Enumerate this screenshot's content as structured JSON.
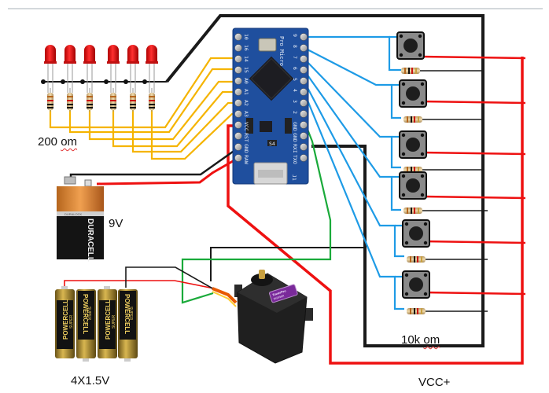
{
  "diagram": {
    "title": "Pro Micro servo / LED / button wiring diagram",
    "colors": {
      "led_wire": "#f5b400",
      "button_wire": "#1e9be6",
      "power_wire": "#ee1111",
      "ground_wire": "#1a1a1a",
      "signal_wire": "#1aaa3a",
      "board": "#1f4f9e",
      "top_rule": "#a9b2b8"
    },
    "board": {
      "name": "Pro Micro",
      "left_pins": [
        "10",
        "16",
        "14",
        "15",
        "A0",
        "A1",
        "A2",
        "A3",
        "VCC",
        "RST",
        "GND",
        "RAW"
      ],
      "right_pins": [
        "9",
        "8",
        "7",
        "6",
        "5",
        "4",
        "3",
        "2",
        "GND",
        "GND",
        "RXI",
        "TXO"
      ],
      "jumper_label": "J1",
      "chip_label": "S4"
    },
    "leds": {
      "count": 6,
      "resistor_label": "200 om",
      "wire_color_name": "yellow"
    },
    "buttons": {
      "count": 6,
      "resistor_label": "10k om"
    },
    "batteries": {
      "nine_volt": {
        "brand": "DURACELL",
        "label": "9V",
        "cap_text": "DURALOCK"
      },
      "aa_pack": {
        "brand": "POWERCELL",
        "sub_brand": "SUPER",
        "label": "4X1.5V",
        "count": 4
      }
    },
    "servo": {
      "label_text": "TowerPro"
    },
    "labels": {
      "led_resistor": "200 om",
      "battery_9v": "9V",
      "battery_pack": "4X1.5V",
      "button_resistor": "10k om",
      "vcc": "VCC+"
    }
  }
}
